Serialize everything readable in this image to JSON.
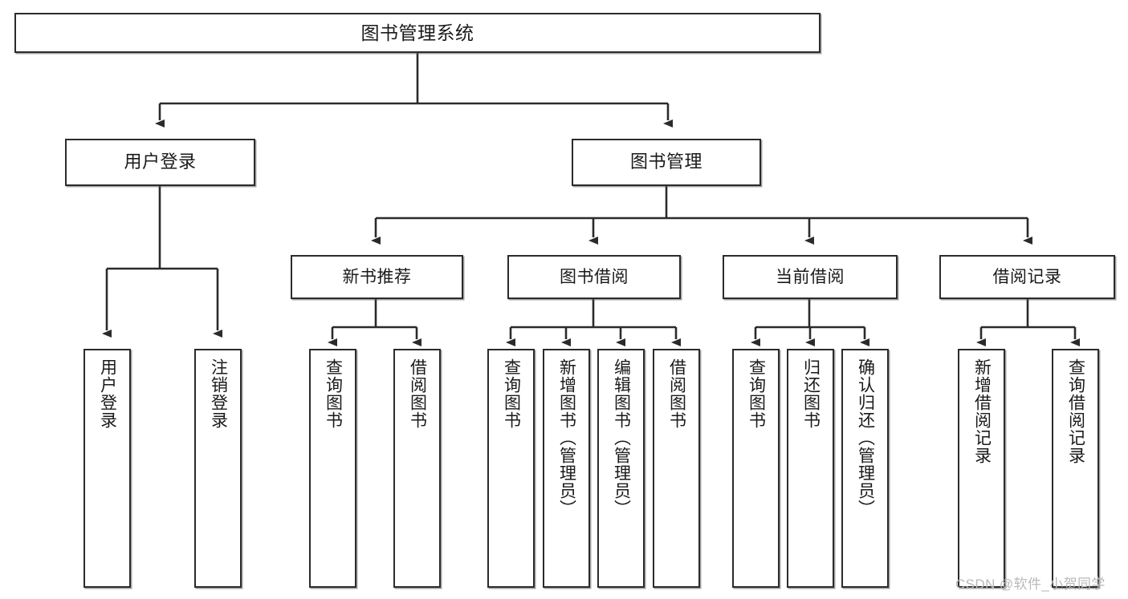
{
  "diagram": {
    "type": "tree-hierarchy",
    "title": "图书管理系统",
    "watermark": "CSDN @软件_小贺同学",
    "colors": {
      "box_border": "#2b2b2b",
      "box_fill": "#ffffff",
      "connector": "#2b2b2b",
      "shadow": "#5a5a5a",
      "watermark": "#b9b9b9"
    },
    "nodes": {
      "root": {
        "label": "图书管理系统"
      },
      "tier1": [
        {
          "label": "用户登录"
        },
        {
          "label": "图书管理"
        }
      ],
      "tier2": [
        {
          "label": "新书推荐"
        },
        {
          "label": "图书借阅"
        },
        {
          "label": "当前借阅"
        },
        {
          "label": "借阅记录"
        }
      ],
      "leaves": {
        "user_login": [
          {
            "label": "用户登录"
          },
          {
            "label": "注销登录"
          }
        ],
        "new_book": [
          {
            "label": "查询图书"
          },
          {
            "label": "借阅图书"
          }
        ],
        "book_borrow": [
          {
            "label": "查询图书"
          },
          {
            "label": "新增图书（管理员）"
          },
          {
            "label": "编辑图书（管理员）"
          },
          {
            "label": "借阅图书"
          }
        ],
        "current_borrow": [
          {
            "label": "查询图书"
          },
          {
            "label": "归还图书"
          },
          {
            "label": "确认归还（管理员）"
          }
        ],
        "borrow_record": [
          {
            "label": "新增借阅记录"
          },
          {
            "label": "查询借阅记录"
          }
        ]
      }
    }
  }
}
